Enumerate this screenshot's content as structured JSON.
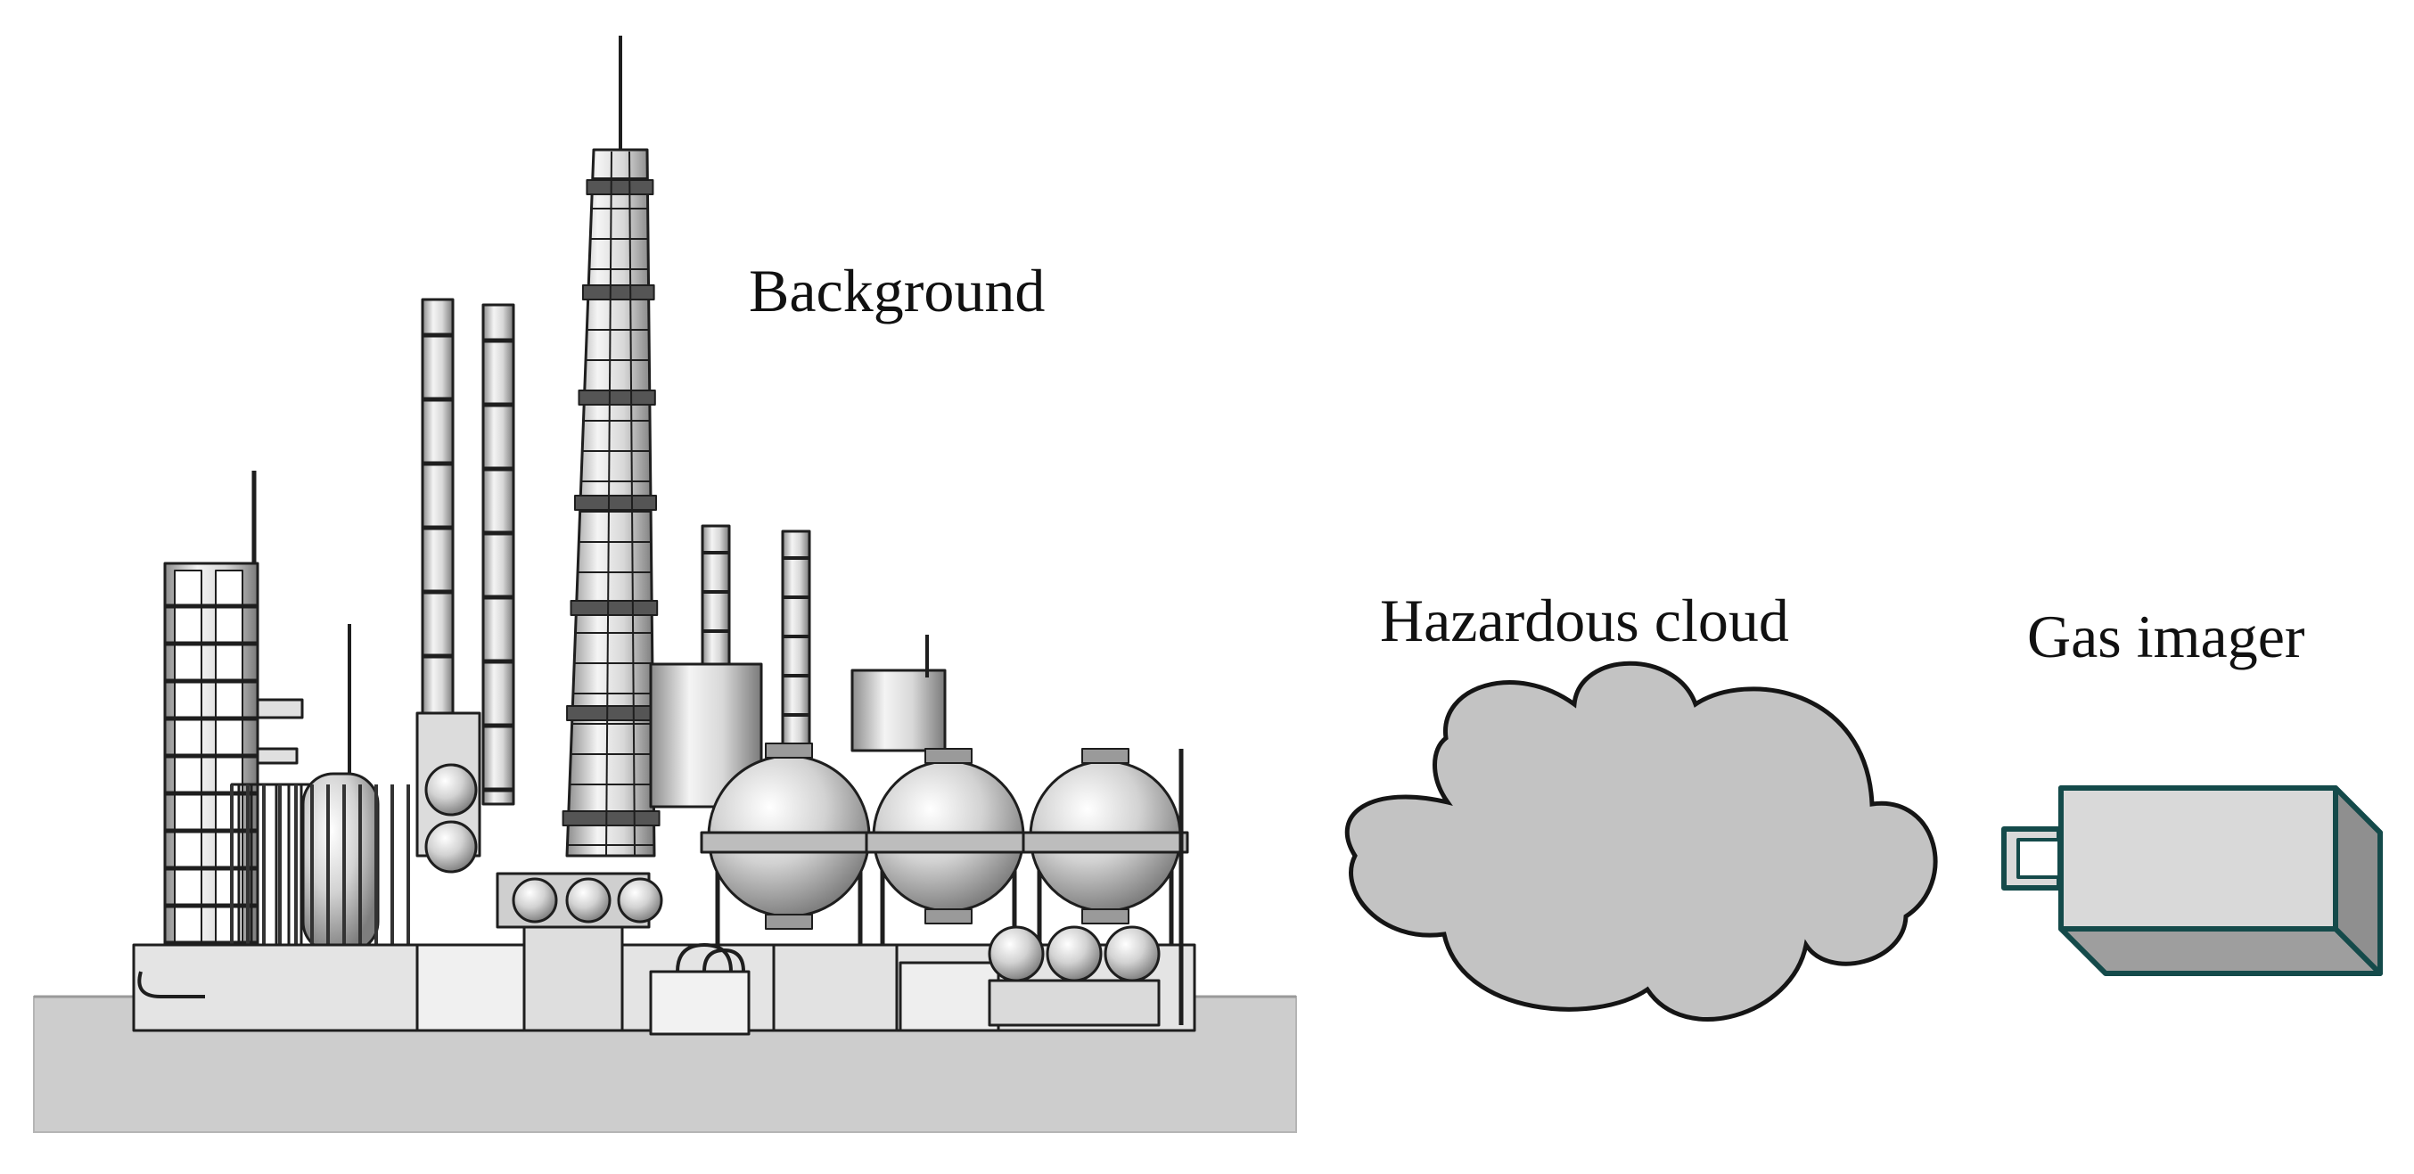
{
  "labels": {
    "background": "Background",
    "hazardous_cloud": "Hazardous cloud",
    "gas_imager": "Gas imager"
  },
  "colors": {
    "ground": "#cfcfcf",
    "ground_edge": "#9a9a9a",
    "metal_light": "#ececec",
    "metal_mid": "#c8c8c8",
    "metal_dark": "#6a6a6a",
    "outline": "#1e1e1e",
    "cloud_fill": "#c3c3c3",
    "cloud_stroke": "#151515",
    "imager_front": "#d9d9d9",
    "imager_side": "#8f8f8f",
    "imager_bottom": "#9e9e9e",
    "imager_stroke": "#144a4a"
  },
  "icons": {
    "scene": "refinery-illustration",
    "cloud": "cloud-shape",
    "imager": "gas-imager-box"
  }
}
